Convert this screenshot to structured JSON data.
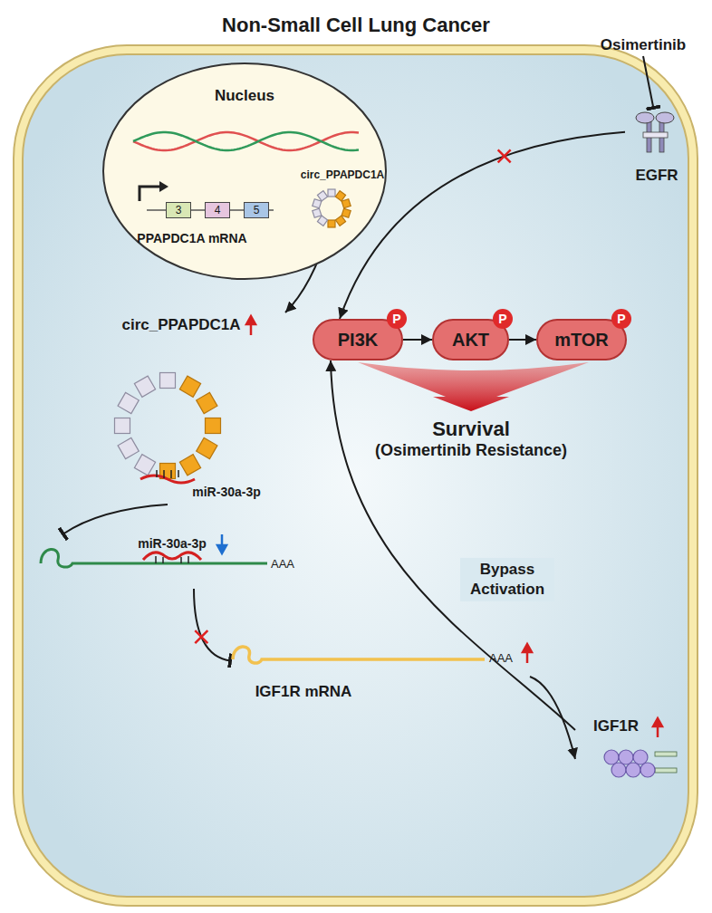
{
  "diagram": {
    "nodes": [
      {
        "text": [
          "Non-Small Cell Lung Cancer"
        ]
      },
      {
        "text": [
          "Nucleus"
        ],
        "in": 0
      },
      {
        "text": [
          "3"
        ],
        "in": 1
      },
      {
        "text": [
          "4"
        ],
        "in": 1
      },
      {
        "text": [
          "5"
        ],
        "in": 1
      },
      {
        "text": [
          "circ_PPAPDC1A"
        ],
        "in": 1
      },
      {
        "text": [
          "Osimertinib"
        ]
      },
      {
        "text": [
          "EGFR"
        ],
        "in": 0
      },
      {
        "text": [
          "circ_PPAPDC1A",
          "miR-30a-3p"
        ],
        "in": 0
      },
      {
        "text": [
          "PI3K"
        ],
        "in": 0
      },
      {
        "text": [
          "AKT"
        ],
        "in": 0
      },
      {
        "text": [
          "mTOR"
        ],
        "in": 0
      },
      {
        "text": [
          "Survival",
          "(Osimertinib Resistance)"
        ],
        "in": 0
      },
      {
        "text": [
          "miR-30a-3p"
        ],
        "in": 0
      },
      {
        "text": [
          "IGF1R mRNA"
        ],
        "in": 0
      },
      {
        "text": [
          "IGF1R"
        ],
        "in": 0
      }
    ],
    "edges": [
      {
        "from": 6,
        "to": 7,
        "arrow": "to"
      },
      {
        "from": 7,
        "to": 9,
        "arrow": "to"
      },
      {
        "from": 4,
        "to": 5,
        "arrow": "to"
      },
      {
        "from": 5,
        "to": 8,
        "arrow": "to"
      },
      {
        "from": 9,
        "to": 10,
        "arrow": "to"
      },
      {
        "from": 10,
        "to": 11,
        "arrow": "to"
      },
      {
        "from": 8,
        "to": 13,
        "arrow": "to"
      },
      {
        "from": 13,
        "to": 14,
        "arrow": "to"
      },
      {
        "from": 14,
        "to": 15,
        "arrow": "to"
      },
      {
        "from": 15,
        "to": 9,
        "arrow": "to",
        "label": "Bypass Activation"
      }
    ],
    "labels": [
      "PPAPDC1A mRNA",
      "P",
      "P",
      "P",
      "AAA",
      "AAA"
    ]
  }
}
